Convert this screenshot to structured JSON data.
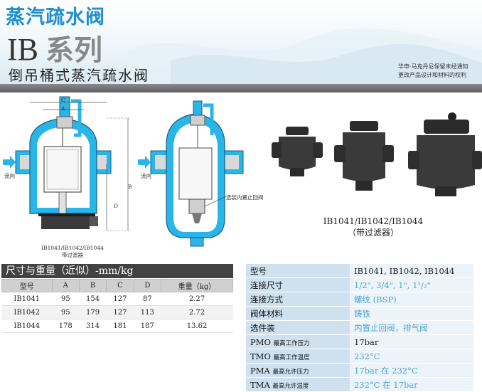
{
  "header": {
    "topic": "蒸汽疏水阀",
    "series_code": "IB",
    "series_cn": "系列",
    "subtitle": "倒吊桶式蒸汽疏水阀",
    "note_line1": "华申·马克丹尼保留未经通知",
    "note_line2": "更改产品设计和材料的权利"
  },
  "drawing": {
    "dim_c": "C",
    "dim_a": "A",
    "dim_b": "B",
    "dim_d": "D",
    "flow_label_1": "流向",
    "flow_label_2": "流向",
    "check_valve_label": "选装内置止回阀",
    "left_caption_line1": "IB1041/IB1042/IB1044",
    "left_caption_line2": "带过滤器",
    "models_line1": "IB1041/IB1042/IB1044",
    "models_line2": "（带过滤器）",
    "body_color": "#29b5e8",
    "accent_color": "#1f8fd0"
  },
  "dim_table": {
    "title": "尺寸与重量（近似）-mm/kg",
    "headers": [
      "型号",
      "A",
      "B",
      "C",
      "D",
      "重量（kg）"
    ],
    "rows": [
      [
        "IB1041",
        "95",
        "154",
        "127",
        "87",
        "2.27"
      ],
      [
        "IB1042",
        "95",
        "179",
        "127",
        "113",
        "2.72"
      ],
      [
        "IB1044",
        "178",
        "314",
        "181",
        "187",
        "13.62"
      ]
    ]
  },
  "spec_table": {
    "rows": [
      {
        "key": "型号",
        "sub": "",
        "value": "IB1041, IB1042, IB1044"
      },
      {
        "key": "连接尺寸",
        "sub": "",
        "value": "1/2\", 3/4\", 1\", 1¹/₂\""
      },
      {
        "key": "连接方式",
        "sub": "",
        "value": "螺纹 (BSP)"
      },
      {
        "key": "阀体材料",
        "sub": "",
        "value": "铸铁"
      },
      {
        "key": "选件装",
        "sub": "",
        "value": "内置止回阀，排气阀"
      },
      {
        "key": "PMO",
        "sub": "最高工作压力",
        "value": "17bar"
      },
      {
        "key": "TMO",
        "sub": "最高工作温度",
        "value": "232°C"
      },
      {
        "key": "PMA",
        "sub": "最高允许压力",
        "value": "17bar 在 232°C"
      },
      {
        "key": "TMA",
        "sub": "最高允许温度",
        "value": "232°C 在 17bar"
      }
    ]
  }
}
